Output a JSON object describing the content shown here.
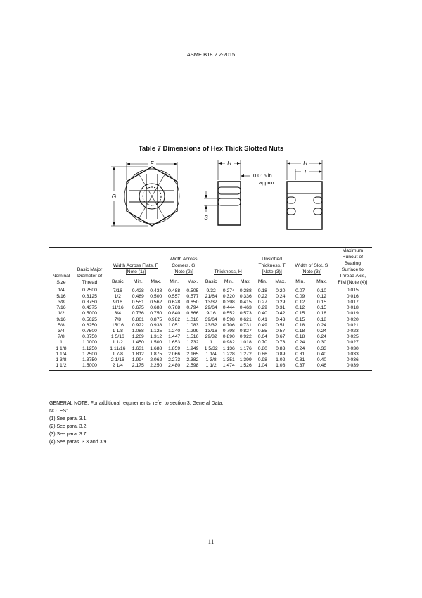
{
  "header": "ASME B18.2.2-2015",
  "table_title": "Table 7   Dimensions of Hex Thick Slotted Nuts",
  "figure": {
    "label_F": "F",
    "label_G": "G",
    "label_H": "H",
    "label_H2": "H",
    "label_T": "T",
    "label_S": "S",
    "note_line1": "0.016 in.",
    "note_line2": "approx."
  },
  "columns": {
    "nominal": [
      "Nominal",
      "Size"
    ],
    "basic_major": [
      "Basic Major",
      "Diameter of",
      "Thread"
    ],
    "width_flats": [
      "Width Across Flats, F",
      "[Note (1)]"
    ],
    "width_corners": [
      "Width Across",
      "Corners, G",
      "[Note (2)]"
    ],
    "thickness": "Thickness, H",
    "unslotted": [
      "Unslotted",
      "Thickness, T",
      "[Note (3)]"
    ],
    "slot": [
      "Width of Slot, S",
      "[Note (3)]"
    ],
    "runout": [
      "Maximum",
      "Runout of",
      "Bearing",
      "Surface to",
      "Thread Axis,",
      "FIM [Note (4)]"
    ],
    "sub": {
      "basic": "Basic",
      "min": "Min.",
      "max": "Max."
    }
  },
  "rows": [
    {
      "size": "1/4",
      "dia": "0.2500",
      "flat_basic": "7/16",
      "flat_min": "0.428",
      "flat_max": "0.438",
      "corner_min": "0.488",
      "corner_max": "0.505",
      "thick_basic": "9/32",
      "thick_min": "0.274",
      "thick_max": "0.288",
      "unsl_min": "0.18",
      "unsl_max": "0.20",
      "slot_min": "0.07",
      "slot_max": "0.10",
      "runout": "0.015"
    },
    {
      "size": "5/16",
      "dia": "0.3125",
      "flat_basic": "1/2",
      "flat_min": "0.489",
      "flat_max": "0.500",
      "corner_min": "0.557",
      "corner_max": "0.577",
      "thick_basic": "21/64",
      "thick_min": "0.320",
      "thick_max": "0.336",
      "unsl_min": "0.22",
      "unsl_max": "0.24",
      "slot_min": "0.09",
      "slot_max": "0.12",
      "runout": "0.016"
    },
    {
      "size": "3/8",
      "dia": "0.3750",
      "flat_basic": "9/16",
      "flat_min": "0.551",
      "flat_max": "0.562",
      "corner_min": "0.628",
      "corner_max": "0.650",
      "thick_basic": "13/32",
      "thick_min": "0.398",
      "thick_max": "0.415",
      "unsl_min": "0.27",
      "unsl_max": "0.29",
      "slot_min": "0.12",
      "slot_max": "0.15",
      "runout": "0.017"
    },
    {
      "size": "7/16",
      "dia": "0.4375",
      "flat_basic": "11/16",
      "flat_min": "0.675",
      "flat_max": "0.688",
      "corner_min": "0.768",
      "corner_max": "0.794",
      "thick_basic": "29/64",
      "thick_min": "0.444",
      "thick_max": "0.463",
      "unsl_min": "0.29",
      "unsl_max": "0.31",
      "slot_min": "0.12",
      "slot_max": "0.15",
      "runout": "0.018"
    },
    {
      "size": "1/2",
      "dia": "0.5000",
      "flat_basic": "3/4",
      "flat_min": "0.736",
      "flat_max": "0.750",
      "corner_min": "0.840",
      "corner_max": "0.866",
      "thick_basic": "9/16",
      "thick_min": "0.552",
      "thick_max": "0.573",
      "unsl_min": "0.40",
      "unsl_max": "0.42",
      "slot_min": "0.15",
      "slot_max": "0.18",
      "runout": "0.019"
    },
    {
      "size": "9/16",
      "dia": "0.5625",
      "flat_basic": "7/8",
      "flat_min": "0.861",
      "flat_max": "0.875",
      "corner_min": "0.982",
      "corner_max": "1.010",
      "thick_basic": "39/64",
      "thick_min": "0.598",
      "thick_max": "0.621",
      "unsl_min": "0.41",
      "unsl_max": "0.43",
      "slot_min": "0.15",
      "slot_max": "0.18",
      "runout": "0.020"
    },
    {
      "size": "5/8",
      "dia": "0.6250",
      "flat_basic": "15/16",
      "flat_min": "0.922",
      "flat_max": "0.938",
      "corner_min": "1.051",
      "corner_max": "1.083",
      "thick_basic": "23/32",
      "thick_min": "0.706",
      "thick_max": "0.731",
      "unsl_min": "0.49",
      "unsl_max": "0.51",
      "slot_min": "0.18",
      "slot_max": "0.24",
      "runout": "0.021"
    },
    {
      "size": "3/4",
      "dia": "0.7500",
      "flat_basic": "1 1/8",
      "flat_min": "1.088",
      "flat_max": "1.125",
      "corner_min": "1.240",
      "corner_max": "1.299",
      "thick_basic": "13/16",
      "thick_min": "0.798",
      "thick_max": "0.827",
      "unsl_min": "0.55",
      "unsl_max": "0.57",
      "slot_min": "0.18",
      "slot_max": "0.24",
      "runout": "0.023"
    },
    {
      "size": "7/8",
      "dia": "0.8750",
      "flat_basic": "1 5/16",
      "flat_min": "1.269",
      "flat_max": "1.312",
      "corner_min": "1.447",
      "corner_max": "1.516",
      "thick_basic": "29/32",
      "thick_min": "0.890",
      "thick_max": "0.922",
      "unsl_min": "0.64",
      "unsl_max": "0.67",
      "slot_min": "0.18",
      "slot_max": "0.24",
      "runout": "0.025"
    },
    {
      "size": "1",
      "dia": "1.0000",
      "flat_basic": "1 1/2",
      "flat_min": "1.450",
      "flat_max": "1.500",
      "corner_min": "1.653",
      "corner_max": "1.732",
      "thick_basic": "1",
      "thick_min": "0.982",
      "thick_max": "1.018",
      "unsl_min": "0.70",
      "unsl_max": "0.73",
      "slot_min": "0.24",
      "slot_max": "0.30",
      "runout": "0.027"
    },
    {
      "size": "1 1/8",
      "dia": "1.1250",
      "flat_basic": "1 11/16",
      "flat_min": "1.631",
      "flat_max": "1.688",
      "corner_min": "1.859",
      "corner_max": "1.949",
      "thick_basic": "1 5/32",
      "thick_min": "1.136",
      "thick_max": "1.176",
      "unsl_min": "0.80",
      "unsl_max": "0.83",
      "slot_min": "0.24",
      "slot_max": "0.33",
      "runout": "0.030"
    },
    {
      "size": "1 1/4",
      "dia": "1.2500",
      "flat_basic": "1 7/8",
      "flat_min": "1.812",
      "flat_max": "1.875",
      "corner_min": "2.066",
      "corner_max": "2.165",
      "thick_basic": "1 1/4",
      "thick_min": "1.228",
      "thick_max": "1.272",
      "unsl_min": "0.86",
      "unsl_max": "0.89",
      "slot_min": "0.31",
      "slot_max": "0.40",
      "runout": "0.033"
    },
    {
      "size": "1 3/8",
      "dia": "1.3750",
      "flat_basic": "2 1/16",
      "flat_min": "1.994",
      "flat_max": "2.062",
      "corner_min": "2.273",
      "corner_max": "2.382",
      "thick_basic": "1 3/8",
      "thick_min": "1.351",
      "thick_max": "1.399",
      "unsl_min": "0.98",
      "unsl_max": "1.02",
      "slot_min": "0.31",
      "slot_max": "0.40",
      "runout": "0.036"
    },
    {
      "size": "1 1/2",
      "dia": "1.5000",
      "flat_basic": "2 1/4",
      "flat_min": "2.175",
      "flat_max": "2.250",
      "corner_min": "2.480",
      "corner_max": "2.598",
      "thick_basic": "1 1/2",
      "thick_min": "1.474",
      "thick_max": "1.526",
      "unsl_min": "1.04",
      "unsl_max": "1.08",
      "slot_min": "0.37",
      "slot_max": "0.46",
      "runout": "0.039"
    }
  ],
  "general_note": "GENERAL NOTE:    For additional requirements, refer to section 3, General Data.",
  "notes_heading": "NOTES:",
  "notes": [
    "(1)  See para. 3.1.",
    "(2)  See para. 3.2.",
    "(3)  See para. 3.7.",
    "(4)  See paras. 3.3 and 3.9."
  ],
  "page_number": "11"
}
